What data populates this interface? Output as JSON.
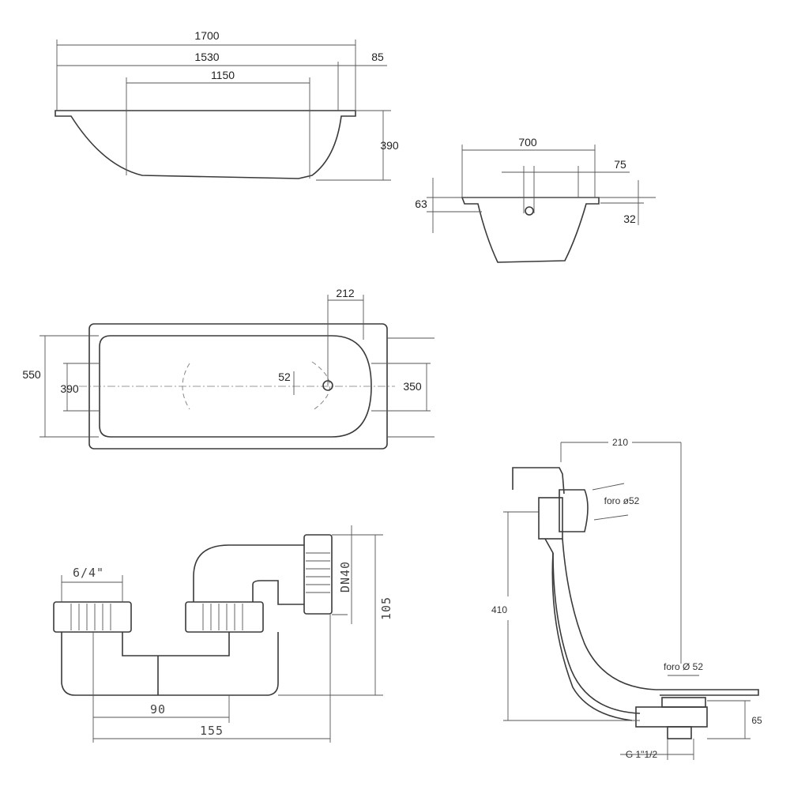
{
  "side_view": {
    "length_total": "1700",
    "length_inner": "1530",
    "rim_offset": "85",
    "bottom_length": "1150",
    "depth": "390"
  },
  "end_view": {
    "width": "700",
    "overflow_offset": "75",
    "overflow_height": "63",
    "rim_height": "32"
  },
  "top_view": {
    "drain_offset": "212",
    "outer_width": "550",
    "inner_width": "390",
    "drain_diameter": "52",
    "end_width": "350"
  },
  "siphon": {
    "thread": "6/4\"",
    "dn": "DN40",
    "height": "105",
    "spacing": "90",
    "length": "155"
  },
  "waste_overflow": {
    "horizontal": "210",
    "overflow_hole": "foro ø52",
    "height": "410",
    "drain_hole": "foro Ø 52",
    "drain_height": "65",
    "thread": "G 1\"1/2"
  }
}
